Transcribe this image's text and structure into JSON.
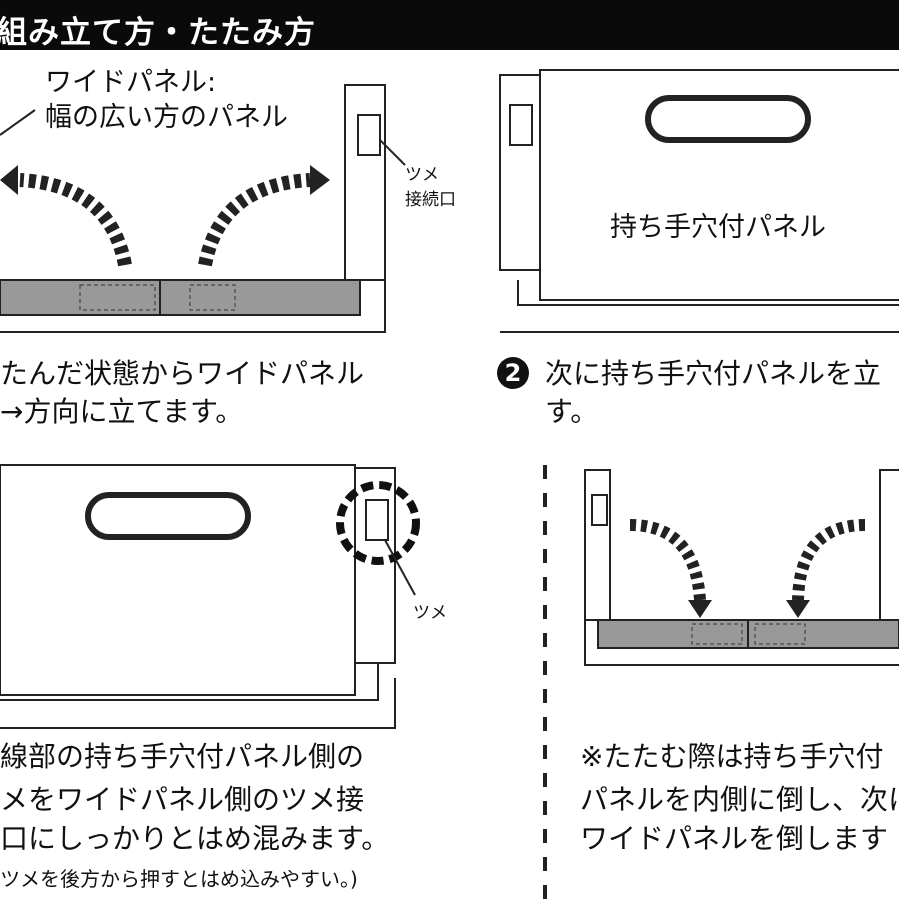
{
  "header": {
    "title": "組み立て方・たたみ方"
  },
  "step1": {
    "label_line1": "ワイドパネル:",
    "label_line2": "幅の広い方のパネル",
    "tab_label_line1": "ツメ",
    "tab_label_line2": "接続口",
    "caption_line1": "たんだ状態からワイドパネル",
    "caption_line2": "→方向に立てます。"
  },
  "step2": {
    "number": "2",
    "panel_label": "持ち手穴付パネル",
    "caption_line1": "次に持ち手穴付パネルを立",
    "caption_line2": "す。"
  },
  "step3": {
    "tab_label": "ツメ",
    "caption_line1": "線部の持ち手穴付パネル側の",
    "caption_line2": "メをワイドパネル側のツメ接",
    "caption_line3": "口にしっかりとはめ混みます。",
    "caption_note": "ツメを後方から押すとはめ込みやすい。)"
  },
  "fold": {
    "note_line1": "※たたむ際は持ち手穴付",
    "note_line2": "パネルを内側に倒し、次に",
    "note_line3": "ワイドパネルを倒します"
  }
}
